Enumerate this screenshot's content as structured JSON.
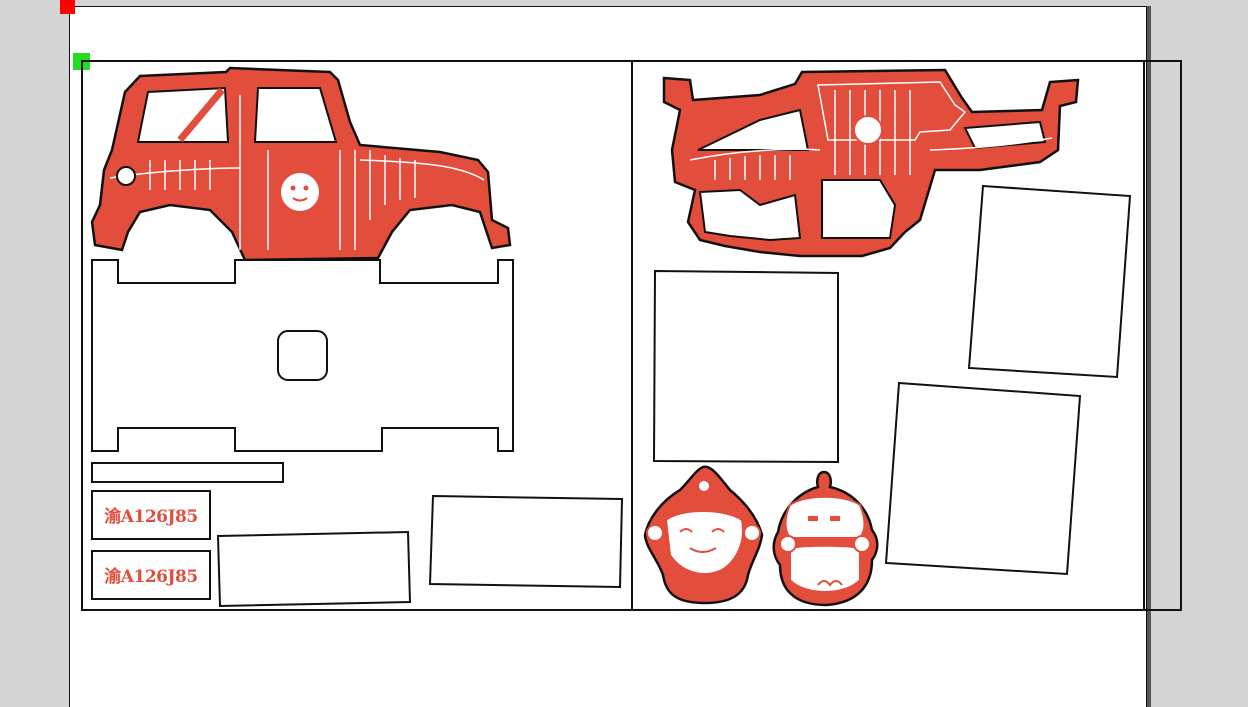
{
  "canvas": {
    "markers": {
      "origin_marker": "red",
      "selection_marker": "green"
    },
    "colors": {
      "page_bg": "#ffffff",
      "workspace_bg": "#d4d4d4",
      "outline": "#111111",
      "engrave": "#e24d3c",
      "marker_red": "#ff0000",
      "marker_green": "#22dd22"
    }
  },
  "layout": {
    "left_panel": {
      "parts": [
        "jeep-body-side-view",
        "chassis-floor-plate",
        "long-strip",
        "license-plate-1",
        "license-plate-2",
        "blank-panel-1",
        "blank-panel-2"
      ]
    },
    "right_panel": {
      "parts": [
        "jeep-roll-cage-frame",
        "blank-square-1",
        "blank-square-2",
        "blank-square-3",
        "figure-badge-1",
        "figure-badge-2"
      ]
    }
  },
  "plates": {
    "plate1": "渝A126J85",
    "plate2": "渝A126J85"
  }
}
